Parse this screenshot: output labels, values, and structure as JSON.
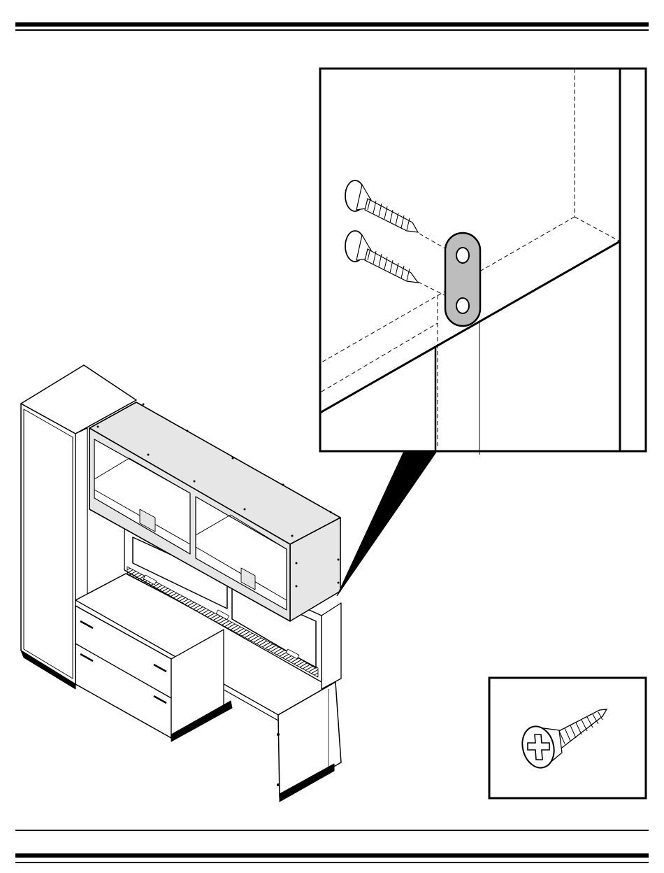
{
  "page": {
    "type": "assembly-instruction-illustration",
    "text_present": false
  },
  "illustration": {
    "main_assembly": "desk-with-hutch-and-tall-cabinet",
    "detail_view": "hutch-bracket-screw-attachment",
    "hardware_callout": "phillips-flat-head-wood-screw",
    "screws_in_detail": 2,
    "bracket_holes": 2
  },
  "colors": {
    "line": "#000000",
    "panel_fill": "#e6e6e6",
    "bracket_fill": "#bdbdbd",
    "background": "#ffffff"
  }
}
